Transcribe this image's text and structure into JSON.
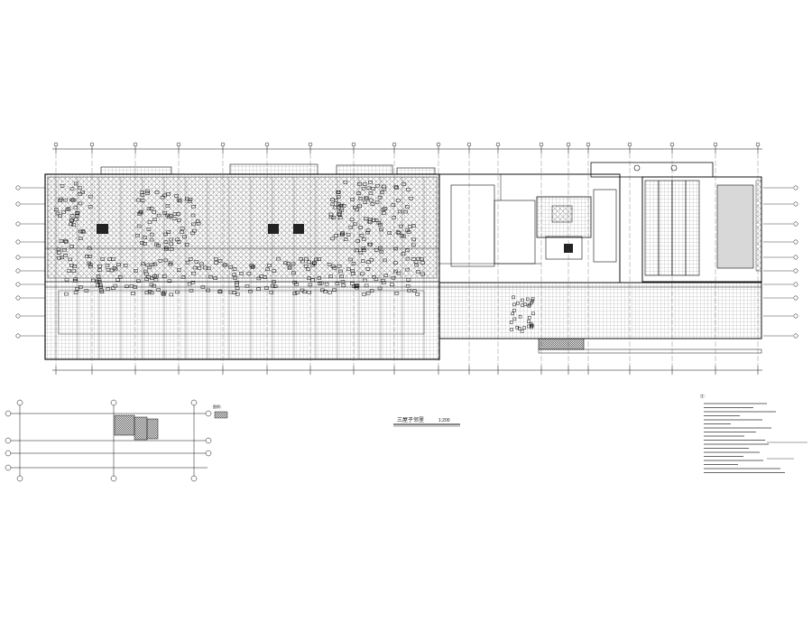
{
  "drawing": {
    "title": "三屋子邻里",
    "scale": "1:200",
    "legend_label": "图例：",
    "notes_heading": "注："
  },
  "colors": {
    "background": "#ffffff",
    "line": "#111111",
    "hatch": "#555555",
    "grey_fill": "#d8d8d8",
    "dark_fill": "#222222"
  }
}
